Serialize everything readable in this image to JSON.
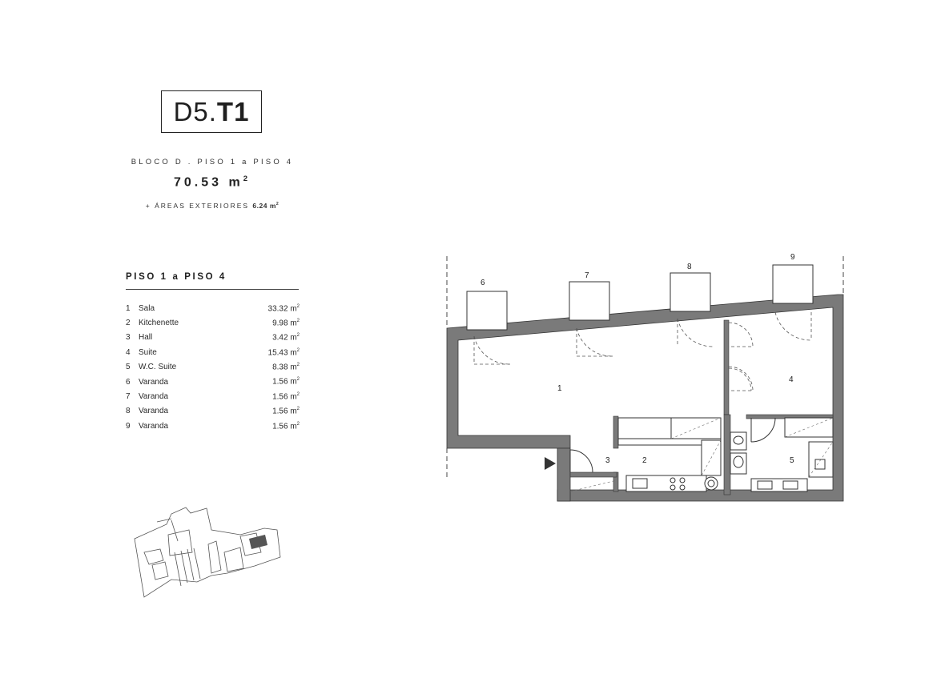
{
  "unit": {
    "prefix": "D5.",
    "code": "T1"
  },
  "bloco_line": "BLOCO D . PISO 1 a PISO 4",
  "area": {
    "value": "70.53 m",
    "sup": "2"
  },
  "exterior": {
    "label": "+ ÁREAS EXTERIORES",
    "value": "6.24 m",
    "sup": "2"
  },
  "floor_section": {
    "title": "PISO 1 a PISO 4"
  },
  "rooms": [
    {
      "num": "1",
      "name": "Sala",
      "area": "33.32 m",
      "unit_sup": "2"
    },
    {
      "num": "2",
      "name": "Kitchenette",
      "area": "9.98 m",
      "unit_sup": "2"
    },
    {
      "num": "3",
      "name": "Hall",
      "area": "3.42 m",
      "unit_sup": "2"
    },
    {
      "num": "4",
      "name": "Suite",
      "area": "15.43 m",
      "unit_sup": "2"
    },
    {
      "num": "5",
      "name": "W.C. Suite",
      "area": "8.38 m",
      "unit_sup": "2"
    },
    {
      "num": "6",
      "name": "Varanda",
      "area": "1.56 m",
      "unit_sup": "2"
    },
    {
      "num": "7",
      "name": "Varanda",
      "area": "1.56 m",
      "unit_sup": "2"
    },
    {
      "num": "8",
      "name": "Varanda",
      "area": "1.56 m",
      "unit_sup": "2"
    },
    {
      "num": "9",
      "name": "Varanda",
      "area": "1.56 m",
      "unit_sup": "2"
    }
  ],
  "plan_labels": [
    "1",
    "2",
    "3",
    "4",
    "5",
    "6",
    "7",
    "8",
    "9"
  ],
  "colors": {
    "wall": "#7a7a7a",
    "line": "#333333"
  }
}
